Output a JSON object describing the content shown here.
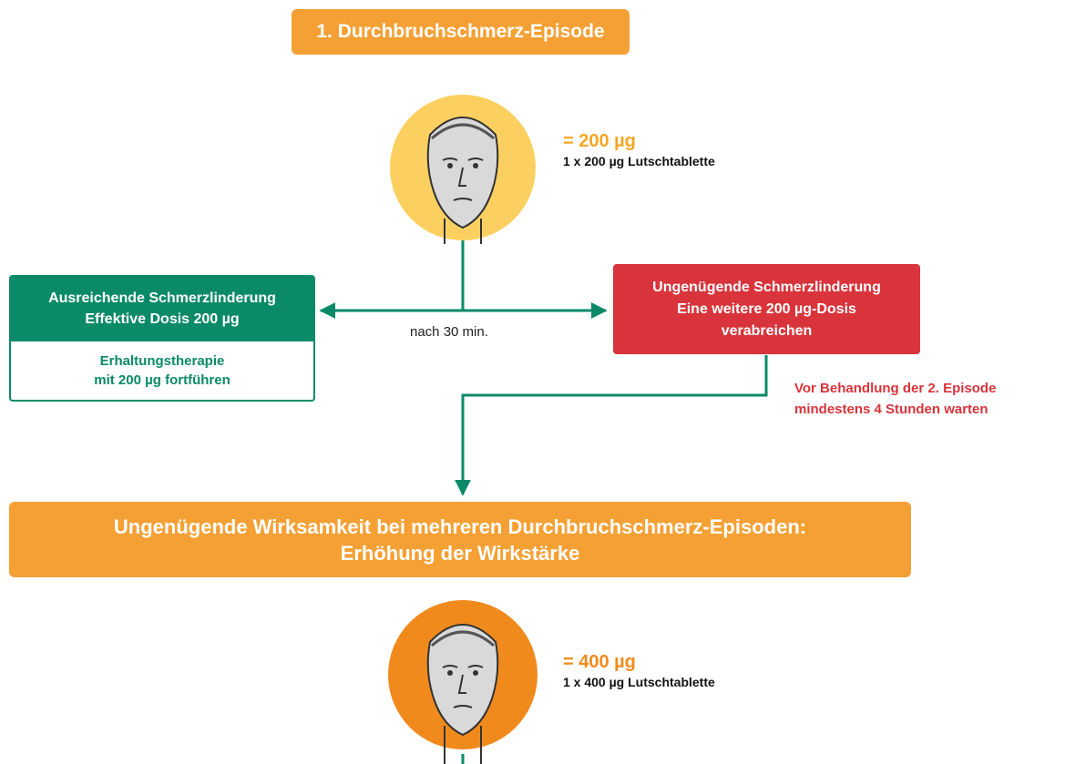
{
  "colors": {
    "orange": "#f5a034",
    "dark_orange": "#f08a1d",
    "circle_yellow": "#fcd060",
    "circle_orange": "#f08a1d",
    "green": "#0a8a68",
    "red": "#d9343b"
  },
  "episode_title": "1. Durchbruchschmerz-Episode",
  "step1": {
    "dose_value": "= 200 µg",
    "dose_desc": "1 x 200 µg Lutschtablette"
  },
  "delay_label": "nach 30 min.",
  "sufficient": {
    "line1": "Ausreichende Schmerzlinderung",
    "line2": "Effektive Dosis 200 µg",
    "body_line1": "Erhaltungstherapie",
    "body_line2": "mit 200 µg fortführen"
  },
  "insufficient": {
    "line1": "Ungenügende Schmerzlinderung",
    "line2": "Eine weitere 200 µg-Dosis",
    "line3": "verabreichen"
  },
  "wait_note": {
    "line1": "Vor Behandlung der 2. Episode",
    "line2": "mindestens 4 Stunden warten"
  },
  "banner": {
    "line1": "Ungenügende Wirksamkeit bei mehreren Durchbruchschmerz-Episoden:",
    "line2": "Erhöhung der Wirkstärke"
  },
  "step2": {
    "dose_value": "= 400 µg",
    "dose_desc": "1 x 400 µg Lutschtablette"
  }
}
